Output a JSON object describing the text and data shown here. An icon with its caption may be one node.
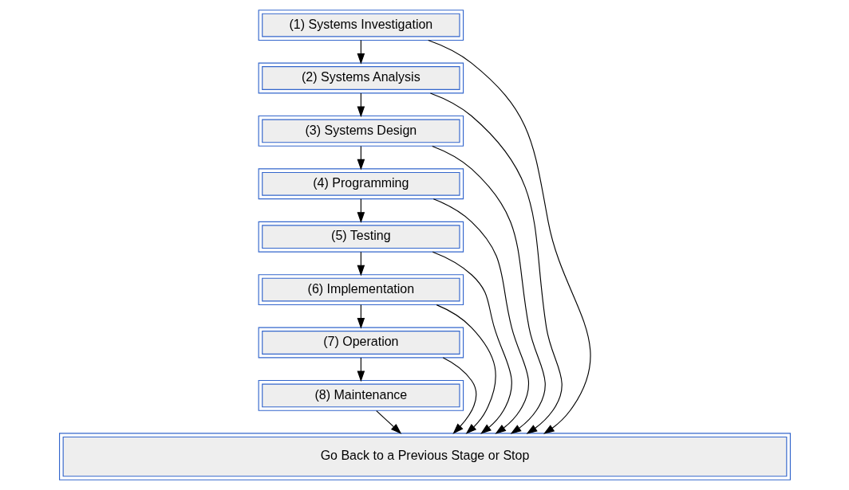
{
  "diagram": {
    "nodes": [
      {
        "text": [
          "(1) Systems Investigation"
        ]
      },
      {
        "text": [
          "(2) Systems Analysis"
        ]
      },
      {
        "text": [
          "(3) Systems Design"
        ]
      },
      {
        "text": [
          "(4) Programming"
        ]
      },
      {
        "text": [
          "(5) Testing"
        ]
      },
      {
        "text": [
          "(6) Implementation"
        ]
      },
      {
        "text": [
          "(7) Operation"
        ]
      },
      {
        "text": [
          "(8) Maintenance"
        ]
      },
      {
        "text": [
          "Go Back to a Previous Stage or Stop"
        ]
      }
    ],
    "edges": [
      {
        "from": 0,
        "to": 1,
        "arrow": "to"
      },
      {
        "from": 1,
        "to": 2,
        "arrow": "to"
      },
      {
        "from": 2,
        "to": 3,
        "arrow": "to"
      },
      {
        "from": 3,
        "to": 4,
        "arrow": "to"
      },
      {
        "from": 4,
        "to": 5,
        "arrow": "to"
      },
      {
        "from": 5,
        "to": 6,
        "arrow": "to"
      },
      {
        "from": 6,
        "to": 7,
        "arrow": "to"
      },
      {
        "from": 0,
        "to": 8,
        "arrow": "to"
      },
      {
        "from": 1,
        "to": 8,
        "arrow": "to"
      },
      {
        "from": 2,
        "to": 8,
        "arrow": "to"
      },
      {
        "from": 3,
        "to": 8,
        "arrow": "to"
      },
      {
        "from": 4,
        "to": 8,
        "arrow": "to"
      },
      {
        "from": 5,
        "to": 8,
        "arrow": "to"
      },
      {
        "from": 6,
        "to": 8,
        "arrow": "to"
      },
      {
        "from": 7,
        "to": 8,
        "arrow": "to"
      }
    ]
  }
}
